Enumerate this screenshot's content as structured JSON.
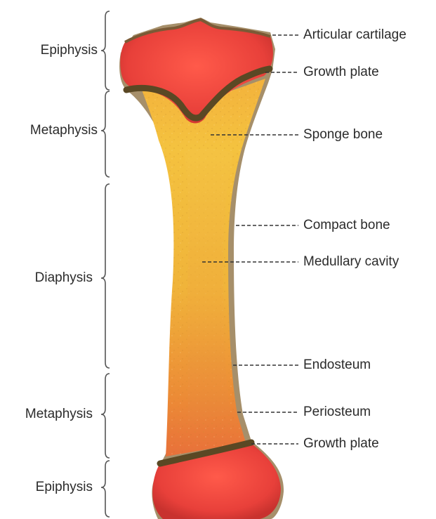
{
  "regions": [
    {
      "id": "epiphysis-top",
      "label": "Epiphysis"
    },
    {
      "id": "metaphysis-top",
      "label": "Metaphysis"
    },
    {
      "id": "diaphysis",
      "label": "Diaphysis"
    },
    {
      "id": "metaphysis-bottom",
      "label": "Metaphysis"
    },
    {
      "id": "epiphysis-bottom",
      "label": "Epiphysis"
    }
  ],
  "parts": [
    {
      "id": "articular-cartilage",
      "label": "Articular cartilage"
    },
    {
      "id": "growth-plate-top",
      "label": "Growth plate"
    },
    {
      "id": "sponge-bone",
      "label": "Sponge bone"
    },
    {
      "id": "compact-bone",
      "label": "Compact bone"
    },
    {
      "id": "medullary-cavity",
      "label": "Medullary cavity"
    },
    {
      "id": "endosteum",
      "label": "Endosteum"
    },
    {
      "id": "periosteum",
      "label": "Periosteum"
    },
    {
      "id": "growth-plate-bottom",
      "label": "Growth plate"
    }
  ],
  "colors": {
    "cartilage": "#e8423a",
    "outer_bone": "#a08d6c",
    "spongy": "#f0b93a",
    "marrow": "#e88f3a",
    "growth_plate": "#5c4a26",
    "leader": "#333333"
  }
}
